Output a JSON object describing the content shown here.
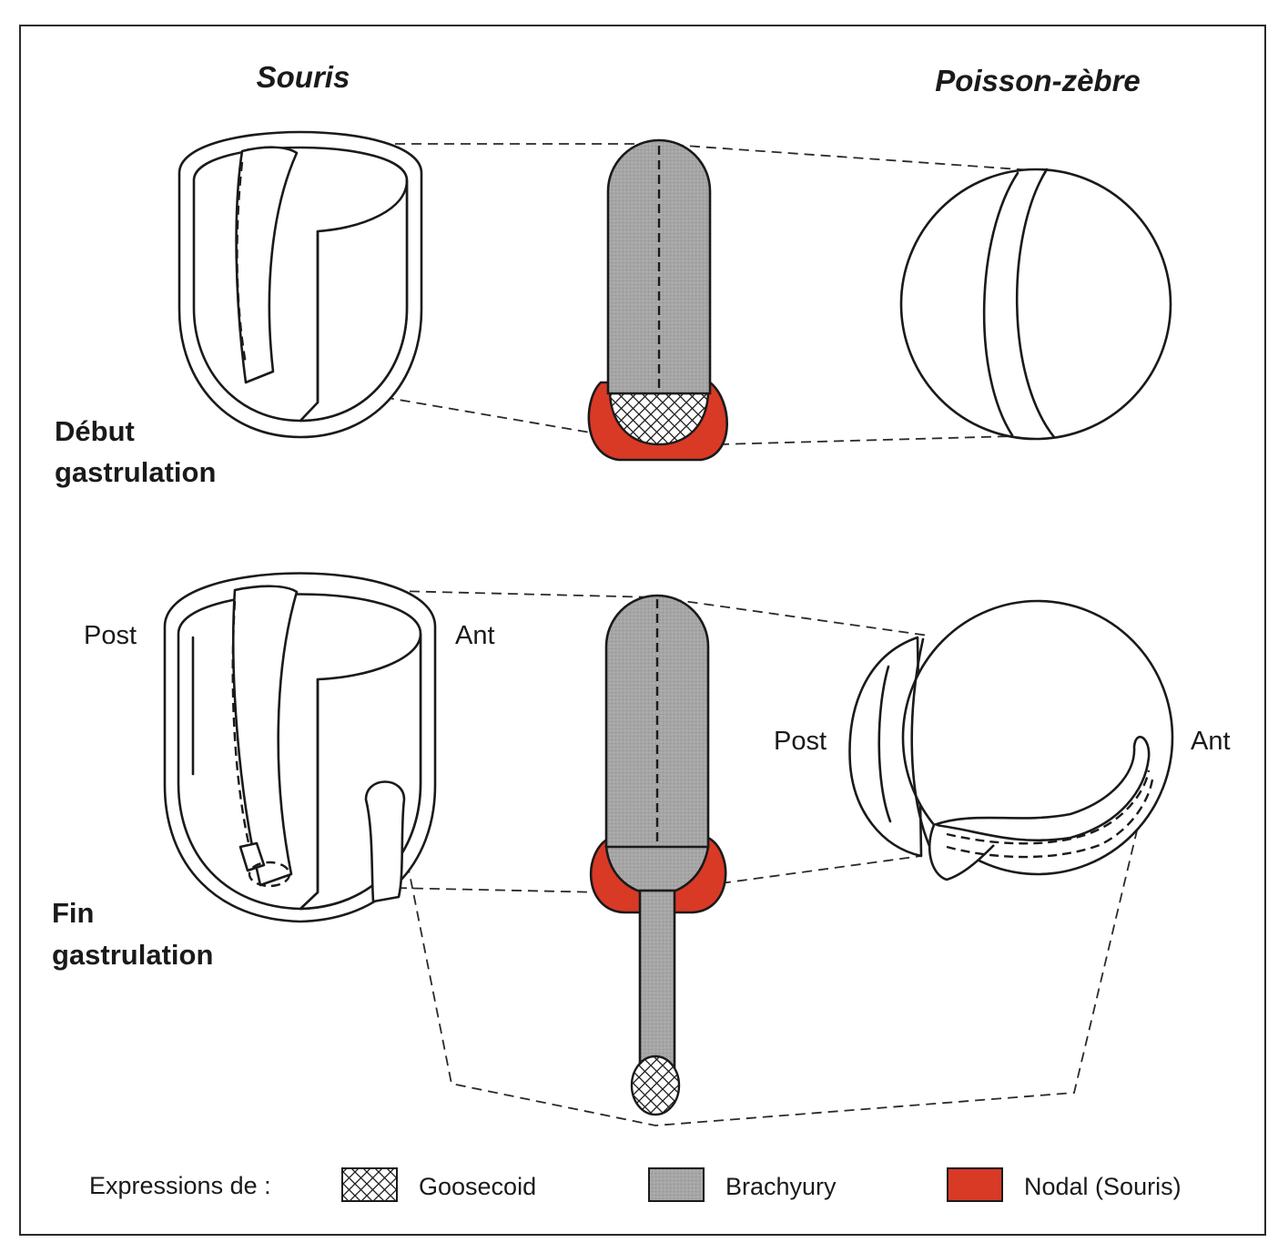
{
  "headers": {
    "mouse": "Souris",
    "zebrafish": "Poisson-zèbre"
  },
  "stages": {
    "early_line1": "Début",
    "early_line2": "gastrulation",
    "late_line1": "Fin",
    "late_line2": "gastrulation"
  },
  "axis_labels": {
    "mouse_post": "Post",
    "mouse_ant": "Ant",
    "fish_post": "Post",
    "fish_ant": "Ant"
  },
  "legend": {
    "intro": "Expressions de :",
    "goosecoid": "Goosecoid",
    "brachyury": "Brachyury",
    "nodal": "Nodal (Souris)"
  },
  "colors": {
    "nodal": "#d83a26",
    "brachyury": "#a6a6a6",
    "outline": "#1a1a1a",
    "background": "#ffffff"
  }
}
